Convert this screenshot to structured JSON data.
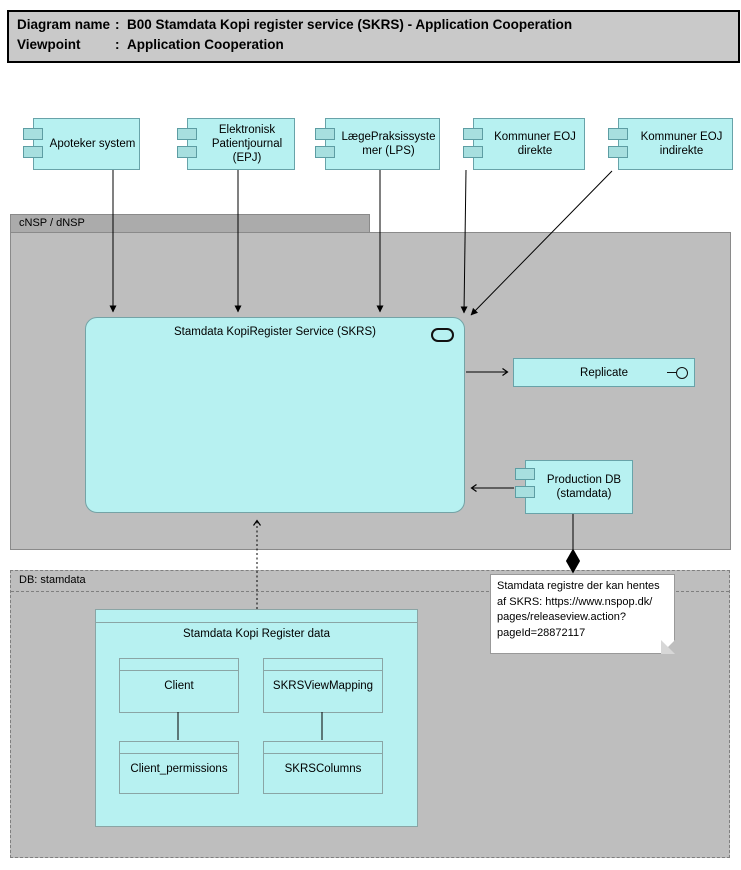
{
  "title": {
    "rows": [
      {
        "label": "Diagram name",
        "colon": ":",
        "value": "B00 Stamdata Kopi register service (SKRS) - Application Cooperation"
      },
      {
        "label": "Viewpoint",
        "colon": ":",
        "value": "Application Cooperation"
      }
    ]
  },
  "components": [
    {
      "label": "Apoteker system"
    },
    {
      "label": "Elektronisk\nPatientjournal\n(EPJ)"
    },
    {
      "label": "LægePraksissyste\nmer (LPS)"
    },
    {
      "label": "Kommuner EOJ\ndirekte"
    },
    {
      "label": "Kommuner EOJ\nindirekte"
    }
  ],
  "nsp_group": {
    "label": "cNSP / dNSP",
    "service": {
      "label": "Stamdata KopiRegister Service (SKRS)"
    },
    "replicate": {
      "label": "Replicate"
    },
    "production_db": {
      "label": "Production DB\n(stamdata)"
    }
  },
  "note": {
    "text": "Stamdata registre der kan hentes\naf SKRS: https://www.nspop.dk/\npages/releaseview.action?\npageId=28872117"
  },
  "db_group": {
    "label": "DB: stamdata",
    "data_box": {
      "label": "Stamdata Kopi Register data",
      "objects": [
        {
          "label": "Client"
        },
        {
          "label": "SKRSViewMapping"
        },
        {
          "label": "Client_permissions"
        },
        {
          "label": "SKRSColumns"
        }
      ]
    }
  },
  "colors": {
    "element_fill": "#b7f1f1",
    "element_border": "#68a3a9",
    "port_fill": "#a7dfdf",
    "group_fill": "#bebebe",
    "group_tab_fill": "#ababab",
    "title_fill": "#c9c9c9",
    "note_fill": "#ffffff",
    "connector": "#000000"
  }
}
